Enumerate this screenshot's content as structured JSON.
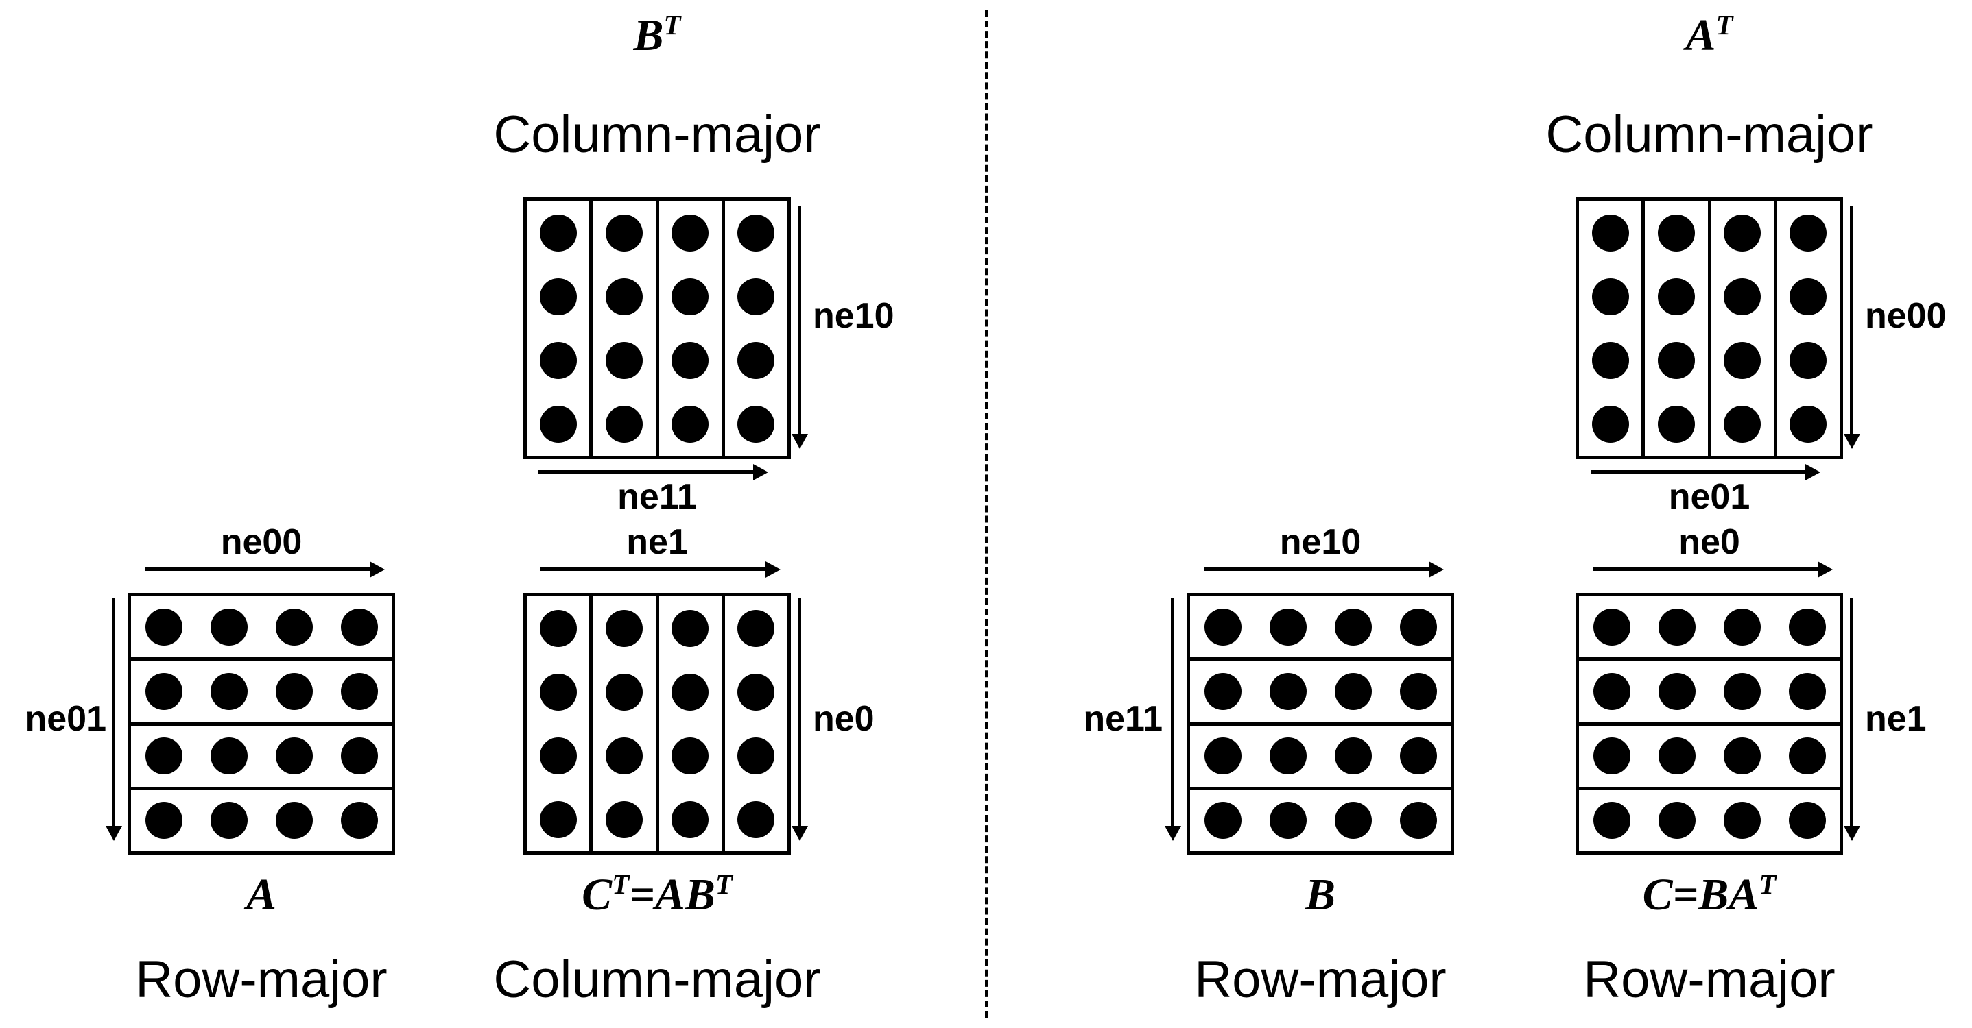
{
  "colors": {
    "ink": "#000000",
    "background": "#ffffff"
  },
  "grid": {
    "strips": 4,
    "dots_per_strip": 4
  },
  "panels": {
    "left": {
      "top": {
        "title": {
          "p1": "B",
          "s1": "T"
        },
        "layout": "Column-major",
        "side_label": "ne10",
        "bottom_label": "ne11"
      },
      "bottom_left": {
        "title": {
          "p1": "A"
        },
        "layout": "Row-major",
        "top_label": "ne00",
        "side_label": "ne01"
      },
      "bottom_right": {
        "title": {
          "p1": "C",
          "s1": "T",
          "p2": "=AB",
          "s2": "T"
        },
        "layout": "Column-major",
        "top_label": "ne1",
        "side_label": "ne0"
      }
    },
    "right": {
      "top": {
        "title": {
          "p1": "A",
          "s1": "T"
        },
        "layout": "Column-major",
        "side_label": "ne00",
        "bottom_label": "ne01"
      },
      "bottom_left": {
        "title": {
          "p1": "B"
        },
        "layout": "Row-major",
        "top_label": "ne10",
        "side_label": "ne11"
      },
      "bottom_right": {
        "title": {
          "p1": "C=BA",
          "s1": "T"
        },
        "layout": "Row-major",
        "top_label": "ne0",
        "side_label": "ne1"
      }
    }
  }
}
